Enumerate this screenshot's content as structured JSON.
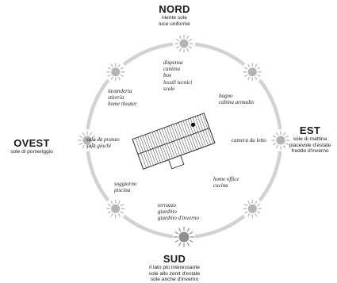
{
  "directions": {
    "north": {
      "name": "NORD",
      "lines": [
        "niente sole",
        "luce uniforme"
      ]
    },
    "east": {
      "name": "EST",
      "lines": [
        "sole di mattina",
        "piacevole d'estate",
        "freddo d'inverno"
      ]
    },
    "south": {
      "name": "SUD",
      "lines": [
        "il lato più interessante",
        "sole allo zenit d'estate",
        "sole anche d'inverno"
      ]
    },
    "west": {
      "name": "OVEST",
      "lines": [
        "sole di pomeriggio"
      ]
    }
  },
  "rooms": {
    "north": [
      "dispensa",
      "cantina",
      "box",
      "locali tecnici",
      "scale"
    ],
    "north_west": [
      "lavanderia",
      "stireria",
      "home theater"
    ],
    "north_east": [
      "bagno",
      "cabina armadio"
    ],
    "east": [
      "camera da letto"
    ],
    "west": [
      "sala da pranzo",
      "sala giochi"
    ],
    "south_east": [
      "home office",
      "cucina"
    ],
    "south_west": [
      "soggiorno",
      "piscina"
    ],
    "south": [
      "terrazzo",
      "giardino",
      "giardino d'inverno"
    ]
  },
  "icons": {
    "sun": "sun-icon",
    "house": "house-roof-icon"
  },
  "colors": {
    "circle": "#cfcfcf",
    "sun_gray": "#b4b4b4",
    "sun_dark": "#8f8f8f",
    "roof_line": "#333333"
  }
}
